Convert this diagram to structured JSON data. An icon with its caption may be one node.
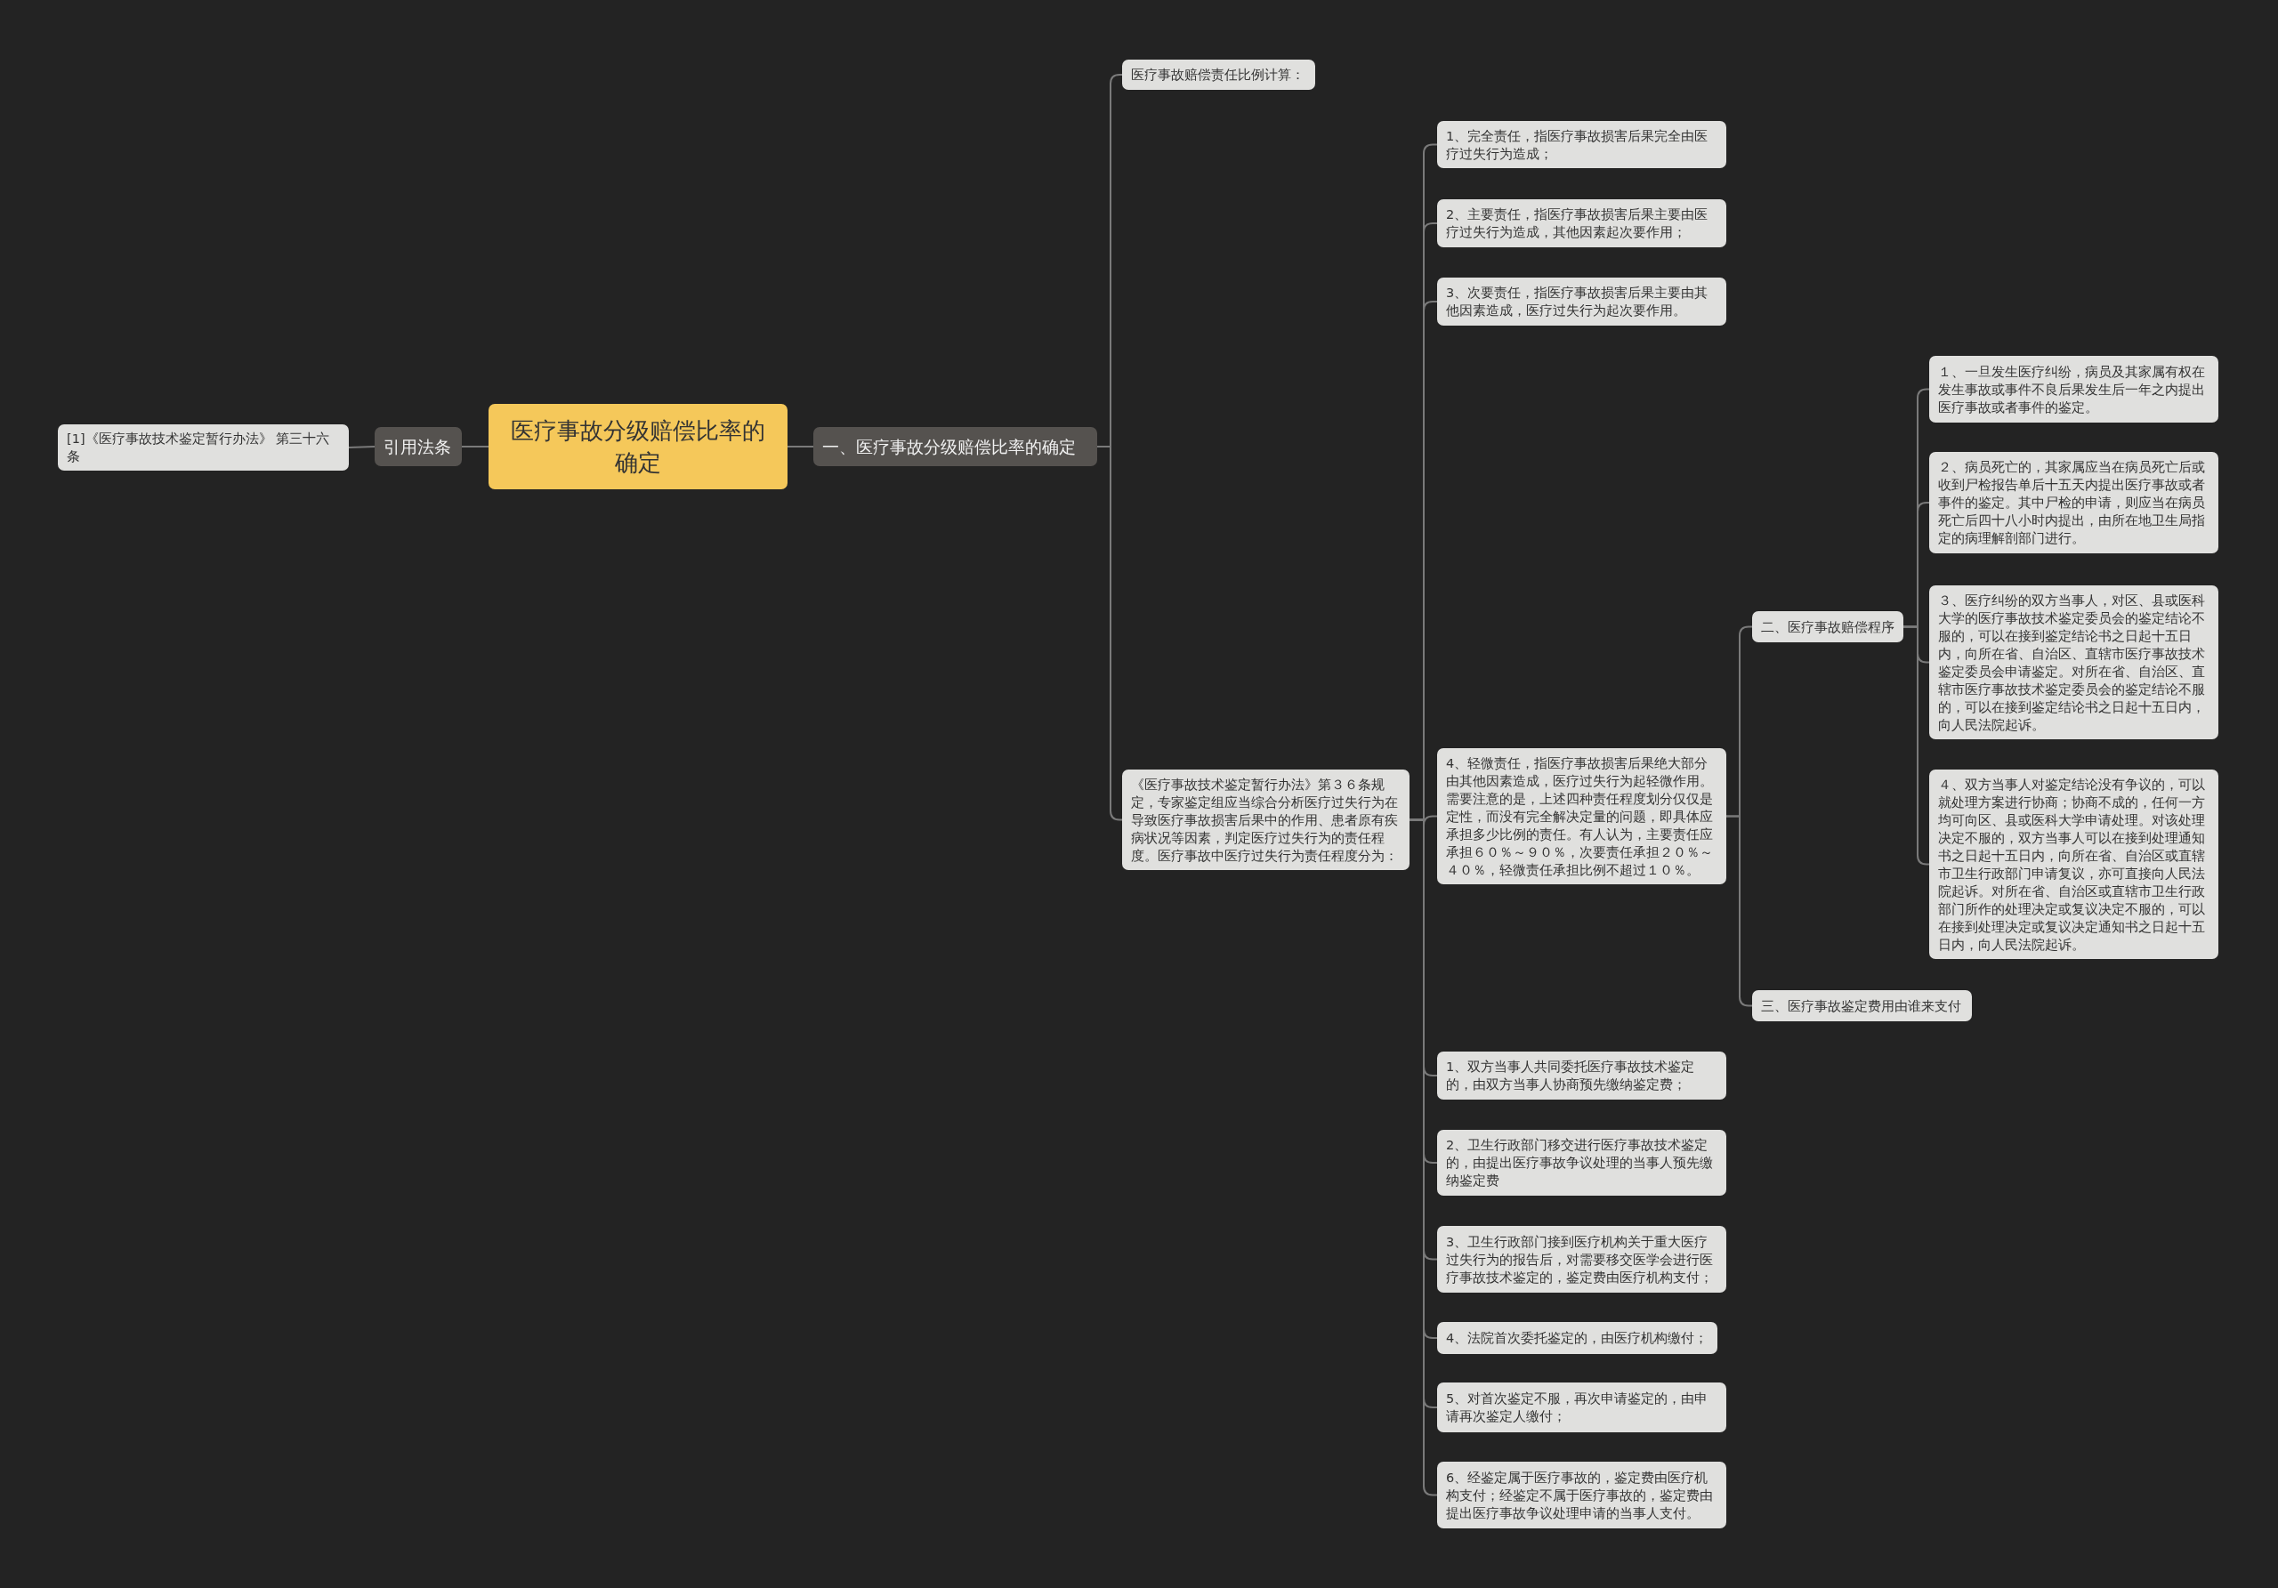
{
  "diagram": {
    "nodes": [
      {
        "text": [
          "医疗事故分级赔偿比率的确定"
        ]
      },
      {
        "text": [
          "引用法条"
        ]
      },
      {
        "text": [
          "[1]《医疗事故技术鉴定暂行办法》 第三十六条"
        ]
      },
      {
        "text": [
          "一、医疗事故分级赔偿比率的确定"
        ]
      },
      {
        "text": [
          "医疗事故赔偿责任比例计算："
        ]
      },
      {
        "text": [
          "《医疗事故技术鉴定暂行办法》第３６条规定，专家鉴定组应当综合分析医疗过失行为在导致医疗事故损害后果中的作用、患者原有疾病状况等因素，判定医疗过失行为的责任程度。医疗事故中医疗过失行为责任程度分为："
        ]
      },
      {
        "text": [
          "1、完全责任，指医疗事故损害后果完全由医疗过失行为造成；"
        ]
      },
      {
        "text": [
          "2、主要责任，指医疗事故损害后果主要由医疗过失行为造成，其他因素起次要作用；"
        ]
      },
      {
        "text": [
          "3、次要责任，指医疗事故损害后果主要由其他因素造成，医疗过失行为起次要作用。"
        ]
      },
      {
        "text": [
          "4、轻微责任，指医疗事故损害后果绝大部分由其他因素造成，医疗过失行为起轻微作用。需要注意的是，上述四种责任程度划分仅仅是定性，而没有完全解决定量的问题，即具体应承担多少比例的责任。有人认为，主要责任应承担６０％～９０％，次要责任承担２０％～４０％，轻微责任承担比例不超过１０％。"
        ]
      },
      {
        "text": [
          "二、医疗事故赔偿程序"
        ]
      },
      {
        "text": [
          "１、一旦发生医疗纠纷，病员及其家属有权在发生事故或事件不良后果发生后一年之内提出医疗事故或者事件的鉴定。"
        ]
      },
      {
        "text": [
          "２、病员死亡的，其家属应当在病员死亡后或收到尸检报告单后十五天内提出医疗事故或者事件的鉴定。其中尸检的申请，则应当在病员死亡后四十八小时内提出，由所在地卫生局指定的病理解剖部门进行。"
        ]
      },
      {
        "text": [
          "３、医疗纠纷的双方当事人，对区、县或医科大学的医疗事故技术鉴定委员会的鉴定结论不服的，可以在接到鉴定结论书之日起十五日内，向所在省、自治区、直辖市医疗事故技术鉴定委员会申请鉴定。对所在省、自治区、直辖市医疗事故技术鉴定委员会的鉴定结论不服的，可以在接到鉴定结论书之日起十五日内，向人民法院起诉。"
        ]
      },
      {
        "text": [
          "４、双方当事人对鉴定结论没有争议的，可以就处理方案进行协商；协商不成的，任何一方均可向区、县或医科大学申请处理。对该处理决定不服的，双方当事人可以在接到处理通知书之日起十五日内，向所在省、自治区或直辖市卫生行政部门申请复议，亦可直接向人民法院起诉。对所在省、自治区或直辖市卫生行政部门所作的处理决定或复议决定不服的，可以在接到处理决定或复议决定通知书之日起十五日内，向人民法院起诉。"
        ]
      },
      {
        "text": [
          "三、医疗事故鉴定费用由谁来支付"
        ]
      },
      {
        "text": [
          "1、双方当事人共同委托医疗事故技术鉴定的，由双方当事人协商预先缴纳鉴定费；"
        ]
      },
      {
        "text": [
          "2、卫生行政部门移交进行医疗事故技术鉴定的，由提出医疗事故争议处理的当事人预先缴纳鉴定费"
        ]
      },
      {
        "text": [
          "3、卫生行政部门接到医疗机构关于重大医疗过失行为的报告后，对需要移交医学会进行医疗事故技术鉴定的，鉴定费由医疗机构支付；"
        ]
      },
      {
        "text": [
          "4、法院首次委托鉴定的，由医疗机构缴付；"
        ]
      },
      {
        "text": [
          "5、对首次鉴定不服，再次申请鉴定的，由申请再次鉴定人缴付；"
        ]
      },
      {
        "text": [
          "6、经鉴定属于医疗事故的，鉴定费由医疗机构支付；经鉴定不属于医疗事故的，鉴定费由提出医疗事故争议处理申请的当事人支付。"
        ]
      }
    ],
    "edges": [
      {
        "from": 0,
        "to": 1,
        "arrow": "none"
      },
      {
        "from": 1,
        "to": 2,
        "arrow": "none"
      },
      {
        "from": 0,
        "to": 3,
        "arrow": "none"
      },
      {
        "from": 3,
        "to": 4,
        "arrow": "none"
      },
      {
        "from": 3,
        "to": 5,
        "arrow": "none"
      },
      {
        "from": 5,
        "to": 6,
        "arrow": "none"
      },
      {
        "from": 5,
        "to": 7,
        "arrow": "none"
      },
      {
        "from": 5,
        "to": 8,
        "arrow": "none"
      },
      {
        "from": 5,
        "to": 9,
        "arrow": "none"
      },
      {
        "from": 9,
        "to": 10,
        "arrow": "none"
      },
      {
        "from": 10,
        "to": 11,
        "arrow": "none"
      },
      {
        "from": 10,
        "to": 12,
        "arrow": "none"
      },
      {
        "from": 10,
        "to": 13,
        "arrow": "none"
      },
      {
        "from": 10,
        "to": 14,
        "arrow": "none"
      },
      {
        "from": 9,
        "to": 15,
        "arrow": "none"
      },
      {
        "from": 5,
        "to": 16,
        "arrow": "none"
      },
      {
        "from": 5,
        "to": 17,
        "arrow": "none"
      },
      {
        "from": 5,
        "to": 18,
        "arrow": "none"
      },
      {
        "from": 5,
        "to": 19,
        "arrow": "none"
      },
      {
        "from": 5,
        "to": 20,
        "arrow": "none"
      },
      {
        "from": 5,
        "to": 21,
        "arrow": "none"
      }
    ]
  }
}
